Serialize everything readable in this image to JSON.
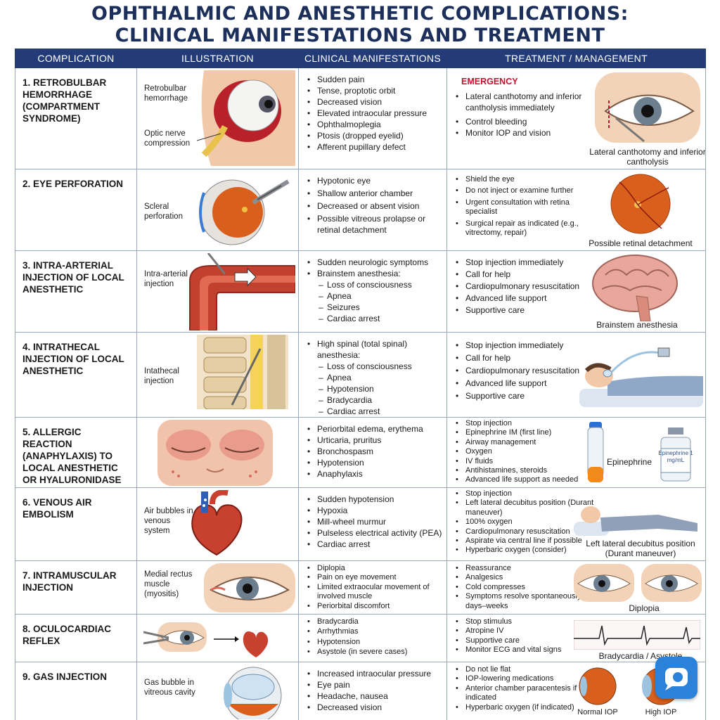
{
  "title_line1": "OPHTHALMIC AND ANESTHETIC COMPLICATIONS:",
  "title_line2": "CLINICAL MANIFESTATIONS AND TREATMENT",
  "headers": [
    "COMPLICATION",
    "ILLUSTRATION",
    "CLINICAL MANIFESTATIONS",
    "TREATMENT / MANAGEMENT"
  ],
  "rows": [
    {
      "name": "1. RETROBULBAR HEMORRHAGE (COMPARTMENT SYNDROME)",
      "ill_labels": [
        "Retrobulbar hemorrhage",
        "Optic nerve compression"
      ],
      "manifestations": [
        "Sudden pain",
        "Tense, proptotic orbit",
        "Decreased vision",
        "Elevated intraocular pressure",
        "Ophthalmoplegia",
        "Ptosis (dropped eyelid)",
        "Afferent pupillary defect"
      ],
      "emergency": "EMERGENCY",
      "treatment": [
        "Lateral canthotomy and inferior cantholysis immediately",
        "Control bleeding",
        "Monitor IOP and vision"
      ],
      "caption": "Lateral canthotomy and inferior cantholysis"
    },
    {
      "name": "2. EYE PERFORATION",
      "ill_labels": [
        "Scleral perforation"
      ],
      "manifestations": [
        "Hypotonic eye",
        "Shallow anterior chamber",
        "Decreased or absent vision",
        "Possible vitreous prolapse or retinal detachment"
      ],
      "treatment": [
        "Shield the eye",
        "Do not inject or examine further",
        "Urgent consultation with retina specialist",
        "Surgical repair as indicated (e.g., vitrectomy, repair)"
      ],
      "caption": "Possible retinal detachment"
    },
    {
      "name": "3. INTRA-ARTERIAL INJECTION OF LOCAL ANESTHETIC",
      "ill_labels": [
        "Intra-arterial injection"
      ],
      "manifestations": [
        "Sudden neurologic symptoms",
        "Brainstem anesthesia:"
      ],
      "sub": [
        "Loss of consciousness",
        "Apnea",
        "Seizures",
        "Cardiac arrest"
      ],
      "treatment": [
        "Stop injection immediately",
        "Call for help",
        "Cardiopulmonary resuscitation",
        "Advanced life support",
        "Supportive care"
      ],
      "caption": "Brainstem anesthesia"
    },
    {
      "name": "4. INTRATHECAL INJECTION OF LOCAL ANESTHETIC",
      "ill_labels": [
        "Intathecal injection"
      ],
      "manifestations": [
        "High spinal (total spinal) anesthesia:"
      ],
      "sub": [
        "Loss of consciousness",
        "Apnea",
        "Hypotension",
        "Bradycardia",
        "Cardiac arrest"
      ],
      "treatment": [
        "Stop injection immediately",
        "Call for help",
        "Cardiopulmonary resuscitation",
        "Advanced life support",
        "Supportive care"
      ]
    },
    {
      "name": "5. ALLERGIC REACTION (ANAPHYLAXIS) TO LOCAL ANESTHETIC OR HYALURONIDASE",
      "manifestations": [
        "Periorbital edema, erythema",
        "Urticaria, pruritus",
        "Bronchospasm",
        "Hypotension",
        "Anaphylaxis"
      ],
      "treatment": [
        "Stop injection",
        "Epinephrine IM (first line)",
        "Airway management",
        "Oxygen",
        "IV fluids",
        "Antihistamines, steroids",
        "Advanced life support as needed"
      ],
      "caption": "Epinephrine",
      "vial_label": "Epinephrine 1 mg/mL"
    },
    {
      "name": "6. VENOUS AIR EMBOLISM",
      "ill_labels": [
        "Air bubbles in venous system"
      ],
      "manifestations": [
        "Sudden hypotension",
        "Hypoxia",
        "Mill-wheel murmur",
        "Pulseless electrical activity (PEA)",
        "Cardiac arrest"
      ],
      "treatment": [
        "Stop injection",
        "Left lateral decubitus position (Durant maneuver)",
        "100% oxygen",
        "Cardiopulmonary resuscitation",
        "Aspirate via central line if possible",
        "Hyperbaric oxygen (consider)"
      ],
      "caption": "Left lateral decubitus position (Durant maneuver)"
    },
    {
      "name": "7. INTRAMUSCULAR INJECTION",
      "ill_labels": [
        "Medial rectus muscle (myositis)"
      ],
      "manifestations": [
        "Diplopia",
        "Pain on eye movement",
        "Limited extraocular movement of involved muscle",
        "Periorbital discomfort"
      ],
      "treatment": [
        "Reassurance",
        "Analgesics",
        "Cold compresses",
        "Symptoms resolve spontaneously in days–weeks"
      ],
      "caption": "Diplopia"
    },
    {
      "name": "8. OCULOCARDIAC REFLEX",
      "manifestations": [
        "Bradycardia",
        "Arrhythmias",
        "Hypotension",
        "Asystole (in severe cases)"
      ],
      "treatment": [
        "Stop stimulus",
        "Atropine IV",
        "Supportive care",
        "Monitor ECG and vital signs"
      ],
      "caption": "Bradycardia / Asystole"
    },
    {
      "name": "9. GAS INJECTION",
      "ill_labels": [
        "Gas bubble in vitreous cavity"
      ],
      "manifestations": [
        "Increased intraocular pressure",
        "Eye pain",
        "Headache, nausea",
        "Decreased vision"
      ],
      "treatment": [
        "Do not lie flat",
        "IOP-lowering medications",
        "Anterior chamber paracentesis if indicated",
        "Hyperbaric oxygen (if indicated)"
      ],
      "captions": [
        "Normal IOP",
        "High IOP"
      ]
    }
  ],
  "colors": {
    "header": "#233c78",
    "title": "#1c2f5a",
    "emergency": "#c8102e",
    "border": "#9aa6bd"
  }
}
